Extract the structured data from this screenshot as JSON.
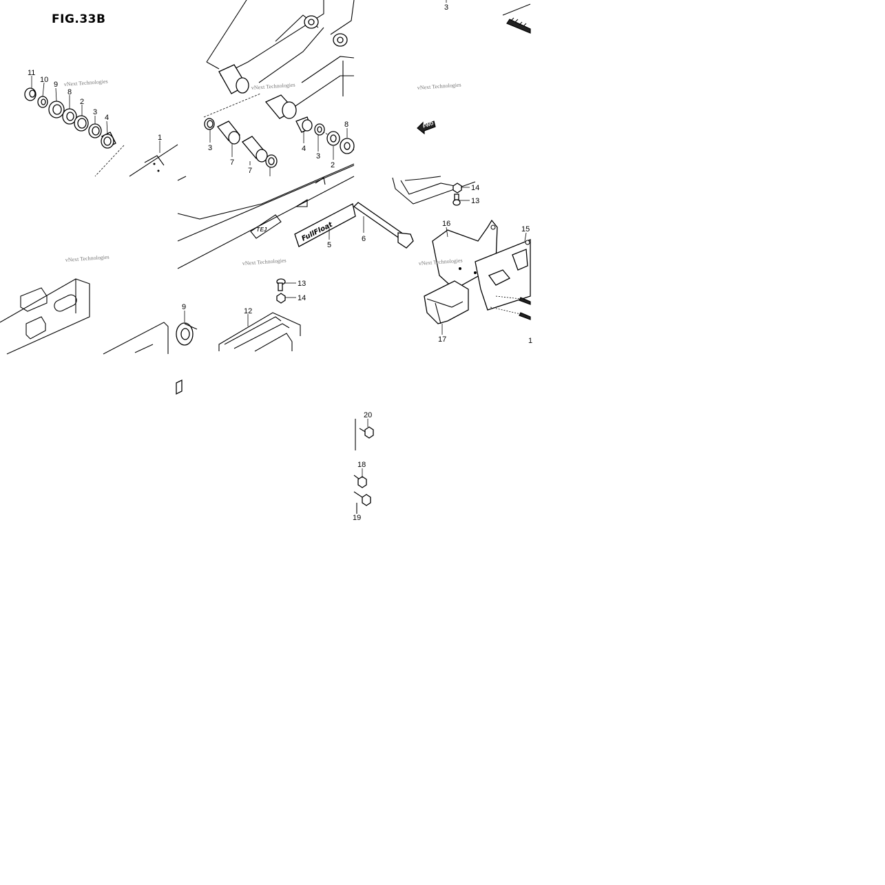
{
  "figure": {
    "title": "FIG.33B"
  },
  "watermark": "vNext Technologies",
  "fwd_label": "FWD",
  "callouts": {
    "top3": "3",
    "p11": "11",
    "p10": "10",
    "p9a": "9",
    "p8a": "8",
    "p2a": "2",
    "p3a": "3",
    "p4a": "4",
    "p1": "1",
    "p3b": "3",
    "p7a": "7",
    "p7b": "7",
    "p4b": "4",
    "p3c": "3",
    "p2b": "2",
    "p8b": "8",
    "p14a": "14",
    "p13a": "13",
    "p16": "16",
    "p15": "15",
    "p5": "5",
    "p6": "6",
    "p13b": "13",
    "p14b": "14",
    "p9b": "9",
    "p12": "12",
    "p17": "17",
    "p1b": "1",
    "p20": "20",
    "p18": "18",
    "p19": "19"
  }
}
